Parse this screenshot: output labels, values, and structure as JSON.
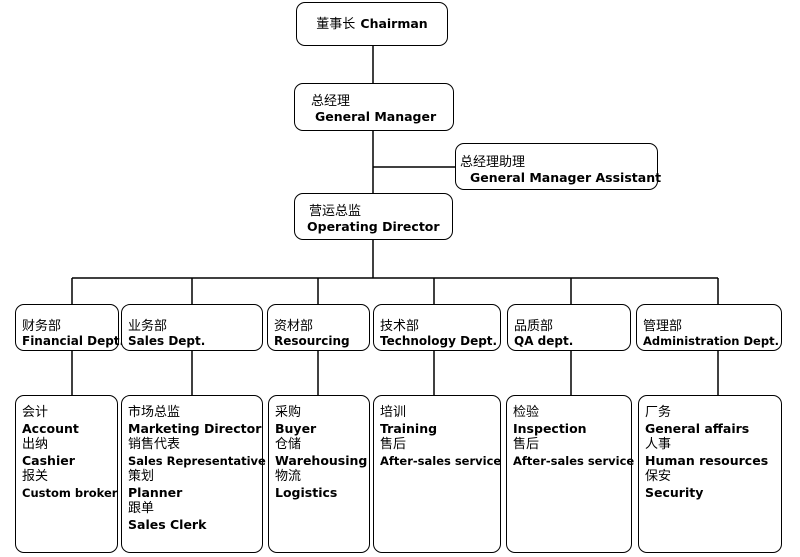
{
  "chairman": {
    "zh": "董事长",
    "en": "Chairman"
  },
  "general_manager": {
    "zh": "总经理",
    "en": "General Manager"
  },
  "gm_assistant": {
    "zh": "总经理助理",
    "en": "General Manager Assistant"
  },
  "operating_director": {
    "zh": "营运总监",
    "en": "Operating Director"
  },
  "departments": [
    {
      "zh": "财务部",
      "en": "Financial Dept.",
      "roles": [
        {
          "zh": "会计",
          "en": "Account"
        },
        {
          "zh": "出纳",
          "en": "Cashier"
        },
        {
          "zh": "报关",
          "en": "Custom broker"
        }
      ]
    },
    {
      "zh": "业务部",
      "en": "Sales Dept.",
      "roles": [
        {
          "zh": "市场总监",
          "en": "Marketing Director"
        },
        {
          "zh": "销售代表",
          "en": "Sales Representative"
        },
        {
          "zh": "策划",
          "en": "Planner"
        },
        {
          "zh": "跟单",
          "en": "Sales Clerk"
        }
      ]
    },
    {
      "zh": "资材部",
      "en": "Resourcing",
      "roles": [
        {
          "zh": "采购",
          "en": "Buyer"
        },
        {
          "zh": "仓储",
          "en": "Warehousing"
        },
        {
          "zh": "物流",
          "en": "Logistics"
        }
      ]
    },
    {
      "zh": "技术部",
      "en": "Technology Dept.",
      "roles": [
        {
          "zh": "培训",
          "en": "Training"
        },
        {
          "zh": "售后",
          "en": "After-sales service"
        }
      ]
    },
    {
      "zh": "品质部",
      "en": "QA dept.",
      "roles": [
        {
          "zh": "检验",
          "en": "Inspection"
        },
        {
          "zh": "售后",
          "en": "After-sales service"
        }
      ]
    },
    {
      "zh": "管理部",
      "en": "Administration Dept.",
      "roles": [
        {
          "zh": "厂务",
          "en": "General affairs"
        },
        {
          "zh": "人事",
          "en": "Human resources"
        },
        {
          "zh": "保安",
          "en": "Security"
        }
      ]
    }
  ]
}
